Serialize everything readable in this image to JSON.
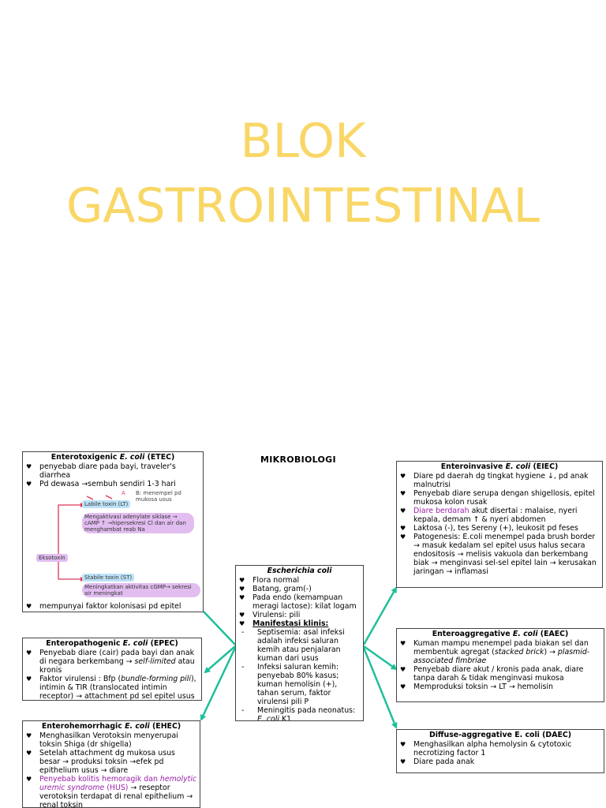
{
  "slide": {
    "title_line1": "BLOK",
    "title_line2": "GASTROINTESTINAL"
  },
  "colors": {
    "title": "#f9d767",
    "arrow": "#1fbf9a",
    "highlight": "#9b1fa8",
    "bubble_purple": "#e2bdf0",
    "bubble_blue": "#bde2f7",
    "diagram_line": "#e0365a"
  },
  "center_label": "MIKROBIOLOGI",
  "ecoli": {
    "title": "Escherichia coli",
    "items": [
      "Flora normal",
      "Batang, gram(-)",
      "Pada endo (kemampuan meragi lactose): kilat logam",
      "Virulensi: pili",
      "Manifestasi klinis:"
    ],
    "subitems": [
      "Septisemia: asal infeksi adalah infeksi saluran kemih atau penjalaran kuman dari usus",
      "Infeksi saluran kemih: penyebab 80% kasus; kuman hemolisin (+), tahan serum, faktor virulensi pili P",
      "Meningitis pada neonatus:",
      "K1"
    ],
    "k1_prefix": "E. coli"
  },
  "etec": {
    "title_prefix": "Enterotoxigenic",
    "title_italic": "E. coli",
    "title_suffix": "(ETEC)",
    "items": [
      "penyebab diare pada bayi, traveler's diarrhea",
      "Pd dewasa →sembuh sendiri 1-3 hari"
    ],
    "last_item": "mempunyai faktor kolonisasi  pd epitel usus",
    "diagram": {
      "a_label": "A",
      "b_label": "B: menempel pd mukosa usus",
      "labile": "Labile toxin (LT)",
      "labile_desc": "Mengaktivasi adenylate siklase → cAMP ↑ →hipersekresi Cl dan air dan menghambat reab Na",
      "eksotoxin": "Eksotoxin",
      "stable": "Stabile toxin (ST)",
      "stable_desc": "Meningkatkan aktivitas cGMP→ sekresi air meningkat"
    }
  },
  "epec": {
    "title_prefix": "Enteropathogenic",
    "title_italic": "E. coli",
    "title_suffix": "(EPEC)",
    "item1_a": "Penyebab diare (cair) pada bayi dan anak di negara berkembang →",
    "item1_b": "self-limited",
    "item1_c": "atau kronis",
    "item2_a": "Faktor virulensi : Bfp (",
    "item2_b": "bundle-forming pili",
    "item2_c": "), intimin & TIR (translocated intimin receptor) → attachment pd sel epitel usus halus"
  },
  "ehec": {
    "title_prefix": "Enterohemorrhagic",
    "title_italic": "E. coli",
    "title_suffix": "(EHEC)",
    "items": [
      "Menghasilkan Verotoksin menyerupai toksin Shiga (dr shigella)",
      "Setelah attachment dg mukosa usus besar → produksi toksin →efek pd epithelium usus → diare"
    ],
    "item3_purple": "Penyebab kolitis hemoragik dan",
    "item3_italic": "hemolytic uremic syndrome",
    "item3_hus": "(HUS)",
    "item3_rest": "→ reseptor verotoksin terdapat di renal epithelium → renal toksin"
  },
  "eiec": {
    "title_prefix": "Enteroinvasive",
    "title_italic": "E. coli",
    "title_suffix": "(EIEC)",
    "items": [
      "Diare pd daerah dg tingkat hygiene ↓, pd anak malnutrisi",
      "Penyebab diare serupa dengan shigellosis, epitel mukosa kolon rusak"
    ],
    "item3_purple": "Diare berdarah",
    "item3_rest": "akut disertai : malaise, nyeri kepala, demam ↑ & nyeri abdomen",
    "items_after": [
      "Laktosa (-), tes Sereny (+), leukosit pd feses",
      "Patogenesis: E.coli menempel pada brush border → masuk kedalam sel epitel usus halus secara endositosis → melisis vakuola dan berkembang biak → menginvasi sel-sel epitel lain → kerusakan jaringan → inflamasi"
    ]
  },
  "eaec": {
    "title_prefix": "Enteroaggregative",
    "title_italic": "E. coli",
    "title_suffix": "(EAEC)",
    "item1_a": "Kuman mampu menempel pada biakan sel dan membentuk agregat (",
    "item1_b": "stacked brick",
    "item1_c": ") →",
    "item1_d": "plasmid-associated fimbriae",
    "items": [
      "Penyebab diare akut / kronis pada anak, diare tanpa darah & tidak menginvasi mukosa",
      "Memproduksi toksin → LT → hemolisin"
    ]
  },
  "daec": {
    "title": "Diffuse-aggregative E. coli (DAEC)",
    "items": [
      "Menghasilkan alpha hemolysin & cytotoxic necrotizing factor 1",
      "Diare pada anak"
    ]
  }
}
